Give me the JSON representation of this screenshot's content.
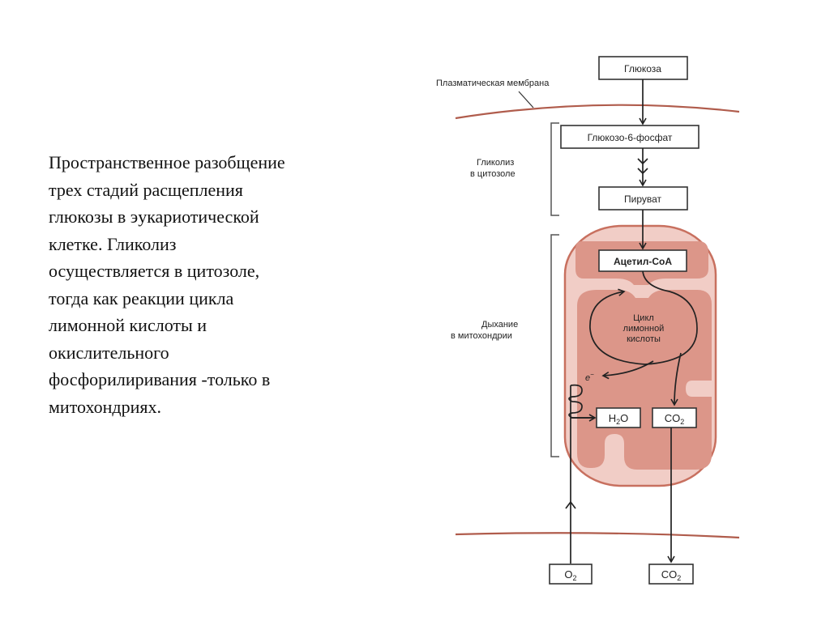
{
  "caption": "Пространственное разобщение\nтрех стадий расщепления\nглюкозы в эукариотической\nклетке. Гликолиз\nосуществляется в цитозоле,\nтогда как реакции цикла\nлимонной кислоты и\nокислительного\nфосфорилиривания -только в\nмитохондриях.",
  "diagram": {
    "plasma_membrane": "Плазматическая мембрана",
    "glycolysis_line1": "Гликолиз",
    "glycolysis_line2": "в цитозоле",
    "respiration_line1": "Дыхание",
    "respiration_line2": "в митохондрии",
    "glucose": "Глюкоза",
    "glucose6p": "Глюкозо-6-фосфат",
    "pyruvate": "Пируват",
    "acetyl_coa": "Ацетил-СоА",
    "cycle_line1": "Цикл",
    "cycle_line2": "лимонной",
    "cycle_line3": "кислоты",
    "electron": "e",
    "electron_sup": "−",
    "h2o_h": "H",
    "h2o_sub": "2",
    "h2o_o": "O",
    "co2_inner": "CO",
    "co2_inner_sub": "2",
    "o2": "O",
    "o2_sub": "2",
    "co2_outer": "CO",
    "co2_outer_sub": "2"
  },
  "colors": {
    "mito_fill": "#f1cdc6",
    "mito_outline": "#c8705f",
    "matrix_fill": "#dc9689",
    "membrane": "#b05c4c",
    "bracket": "#555555"
  }
}
